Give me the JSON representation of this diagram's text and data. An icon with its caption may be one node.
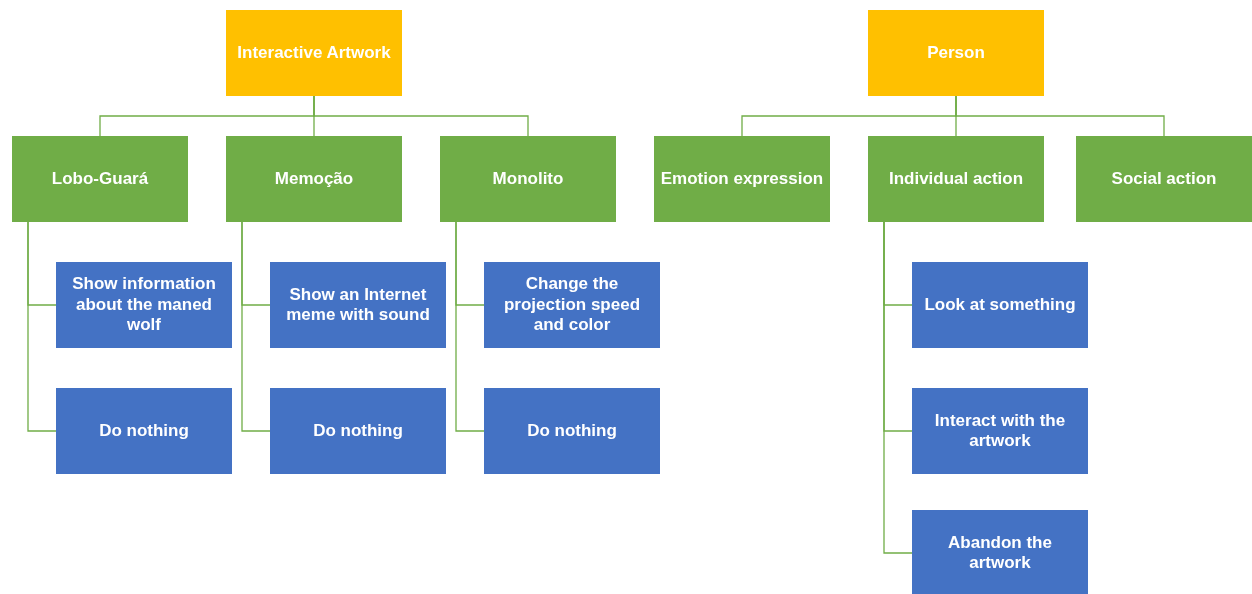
{
  "diagram": {
    "nodes": [
      {
        "text": [
          "Interactive Artwork"
        ]
      },
      {
        "text": [
          "Lobo-Guará"
        ]
      },
      {
        "text": [
          "Show information about the maned wolf"
        ]
      },
      {
        "text": [
          "Do nothing"
        ]
      },
      {
        "text": [
          "Memoção"
        ]
      },
      {
        "text": [
          "Show an Internet meme with sound"
        ]
      },
      {
        "text": [
          "Do nothing"
        ]
      },
      {
        "text": [
          "Monolito"
        ]
      },
      {
        "text": [
          "Change the projection speed and color"
        ]
      },
      {
        "text": [
          "Do nothing"
        ]
      },
      {
        "text": [
          "Person"
        ]
      },
      {
        "text": [
          "Emotion expression"
        ]
      },
      {
        "text": [
          "Individual action"
        ]
      },
      {
        "text": [
          "Look at something"
        ]
      },
      {
        "text": [
          "Interact with the artwork"
        ]
      },
      {
        "text": [
          "Abandon the artwork"
        ]
      },
      {
        "text": [
          "Social action"
        ]
      }
    ],
    "edges": [
      {
        "from": 0,
        "to": 1,
        "arrow": "none"
      },
      {
        "from": 0,
        "to": 4,
        "arrow": "none"
      },
      {
        "from": 0,
        "to": 7,
        "arrow": "none"
      },
      {
        "from": 1,
        "to": 2,
        "arrow": "none"
      },
      {
        "from": 1,
        "to": 3,
        "arrow": "none"
      },
      {
        "from": 4,
        "to": 5,
        "arrow": "none"
      },
      {
        "from": 4,
        "to": 6,
        "arrow": "none"
      },
      {
        "from": 7,
        "to": 8,
        "arrow": "none"
      },
      {
        "from": 7,
        "to": 9,
        "arrow": "none"
      },
      {
        "from": 10,
        "to": 11,
        "arrow": "none"
      },
      {
        "from": 10,
        "to": 12,
        "arrow": "none"
      },
      {
        "from": 10,
        "to": 16,
        "arrow": "none"
      },
      {
        "from": 12,
        "to": 13,
        "arrow": "none"
      },
      {
        "from": 12,
        "to": 14,
        "arrow": "none"
      },
      {
        "from": 12,
        "to": 15,
        "arrow": "none"
      }
    ]
  }
}
